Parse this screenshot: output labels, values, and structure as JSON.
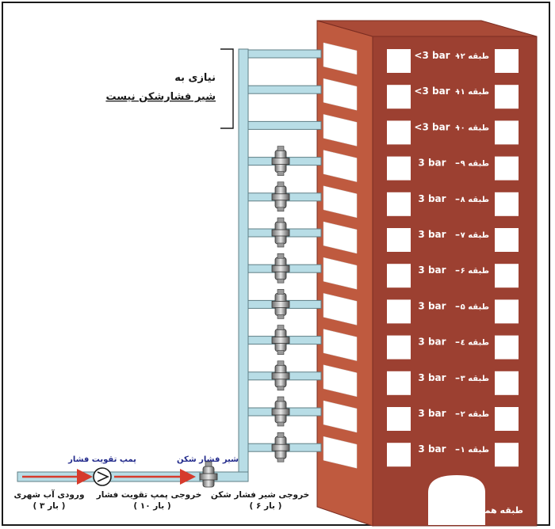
{
  "colors": {
    "building_front": "#9c4031",
    "building_side": "#bf5a3f",
    "pipe_fill": "#b8dde6",
    "pipe_stroke": "#5f7f86",
    "arrow_red": "#d63b2c",
    "label_blue": "#232b8c",
    "window": "#ffffff",
    "frame": "#1a1a1a"
  },
  "note": {
    "line1": "نیازی به",
    "line2": "شیر فشارشکن نیست"
  },
  "floors": [
    {
      "label": "طبقه ۱۲",
      "pressure": "<3 bar",
      "has_prv": false
    },
    {
      "label": "طبقه ۱۱",
      "pressure": "<3 bar",
      "has_prv": false
    },
    {
      "label": "طبقه ۱۰",
      "pressure": "<3 bar",
      "has_prv": false
    },
    {
      "label": "طبقه ۹",
      "pressure": "3 bar",
      "has_prv": true
    },
    {
      "label": "طبقه ۸",
      "pressure": "3 bar",
      "has_prv": true
    },
    {
      "label": "طبقه ۷",
      "pressure": "3 bar",
      "has_prv": true
    },
    {
      "label": "طبقه ۶",
      "pressure": "3 bar",
      "has_prv": true
    },
    {
      "label": "طبقه ۵",
      "pressure": "3 bar",
      "has_prv": true
    },
    {
      "label": "طبقه ٤",
      "pressure": "3 bar",
      "has_prv": true
    },
    {
      "label": "طبقه ۳",
      "pressure": "3 bar",
      "has_prv": true
    },
    {
      "label": "طبقه ۲",
      "pressure": "3 bar",
      "has_prv": true
    },
    {
      "label": "طبقه ۱",
      "pressure": "3 bar",
      "has_prv": true
    }
  ],
  "dash": "–",
  "ground": {
    "label": "طبقه همکف"
  },
  "pump": {
    "title": "پمپ تقویت فشار"
  },
  "main_prv": {
    "title": "شیر فشار شکن"
  },
  "inlet": {
    "line1": "ورودی آب شهری",
    "line2": "( ۳ بار )"
  },
  "pump_out": {
    "line1": "خروجی پمپ تقویت فشار",
    "line2": "( ۱۰ بار )"
  },
  "prv_out": {
    "line1": "خروجی شیر فشار شکن",
    "line2": "( ۶ بار )"
  }
}
